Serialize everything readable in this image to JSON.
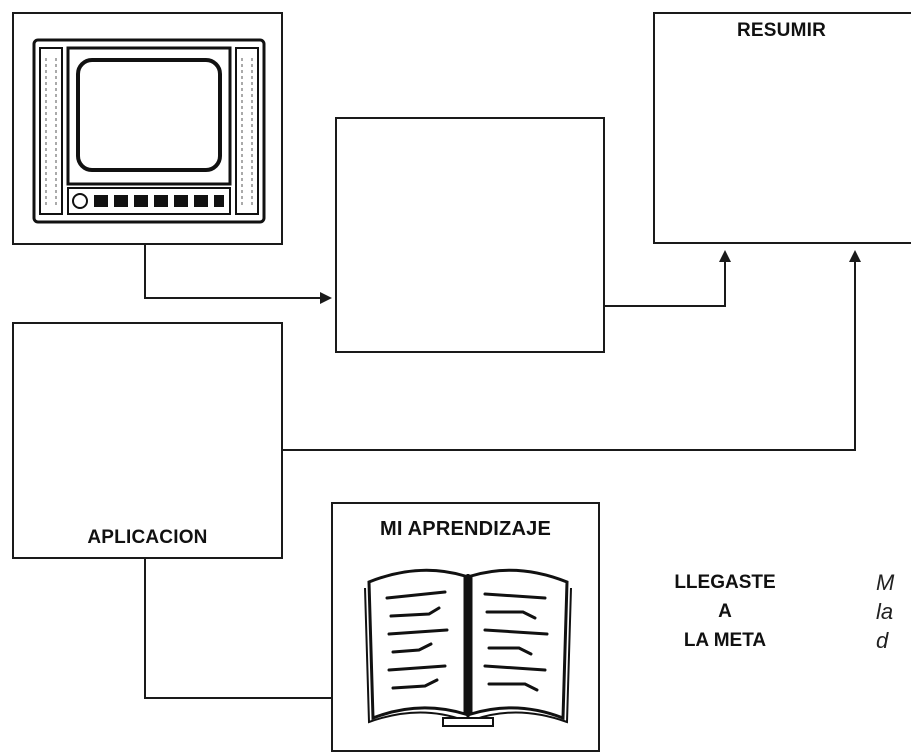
{
  "boxes": {
    "resumir": "RESUMIR",
    "aplicacion": "APLICACION",
    "aprendizaje": "MI APRENDIZAJE"
  },
  "goal": {
    "line1": "LLEGASTE",
    "line2": "A",
    "line3": "LA META"
  },
  "side_note": {
    "line1": "M",
    "line2": "la",
    "line3": "d"
  },
  "icons": {
    "tv": "television-icon",
    "book": "open-book-icon"
  }
}
